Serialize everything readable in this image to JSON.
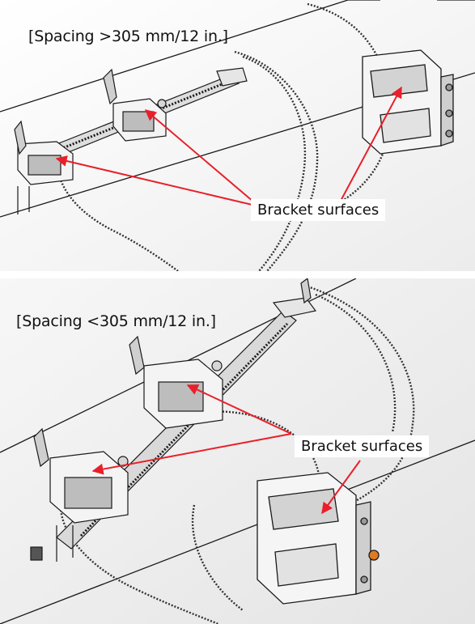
{
  "top_panel": {
    "spacing_label": "[Spacing >305 mm/12 in.]",
    "callout_label": "Bracket surfaces"
  },
  "bottom_panel": {
    "spacing_label": "[Spacing <305 mm/12 in.]",
    "callout_label": "Bracket surfaces"
  },
  "colors": {
    "arrow": "#e8202a",
    "line": "#1a1a1a",
    "panel_bg_top": "#fbfbfb",
    "panel_bg_bottom": "#f2f2f2"
  }
}
